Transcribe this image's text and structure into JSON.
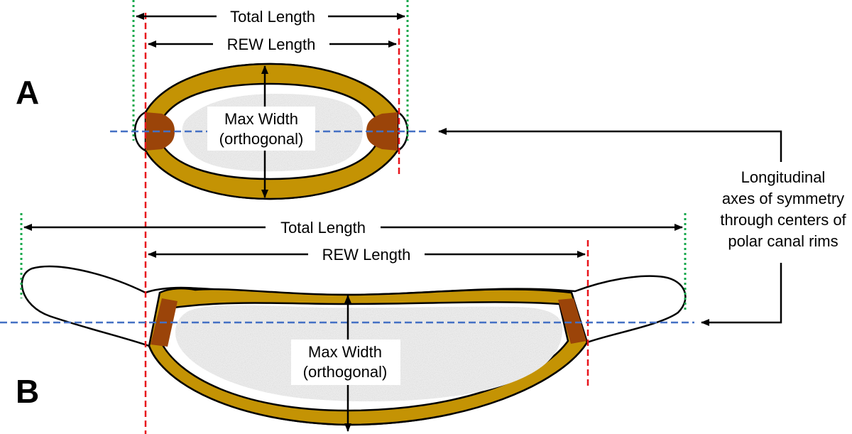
{
  "panels": {
    "a": {
      "letter": "A",
      "total_length": "Total Length",
      "rew_length": "REW Length",
      "max_width_line1": "Max Width",
      "max_width_line2": "(orthogonal)"
    },
    "b": {
      "letter": "B",
      "total_length": "Total Length",
      "rew_length": "REW Length",
      "max_width_line1": "Max Width",
      "max_width_line2": "(orthogonal)"
    }
  },
  "callout": {
    "lines": [
      "Longitudinal",
      "axes of symmetry",
      "through centers of",
      "polar canal rims"
    ]
  },
  "colors": {
    "wall": "#c49304",
    "rim": "#9b4409",
    "interior": "#ececec",
    "outline": "#000000",
    "axis_line": "#4470c4",
    "rew_line": "#e8141b",
    "total_line": "#17a84b"
  }
}
